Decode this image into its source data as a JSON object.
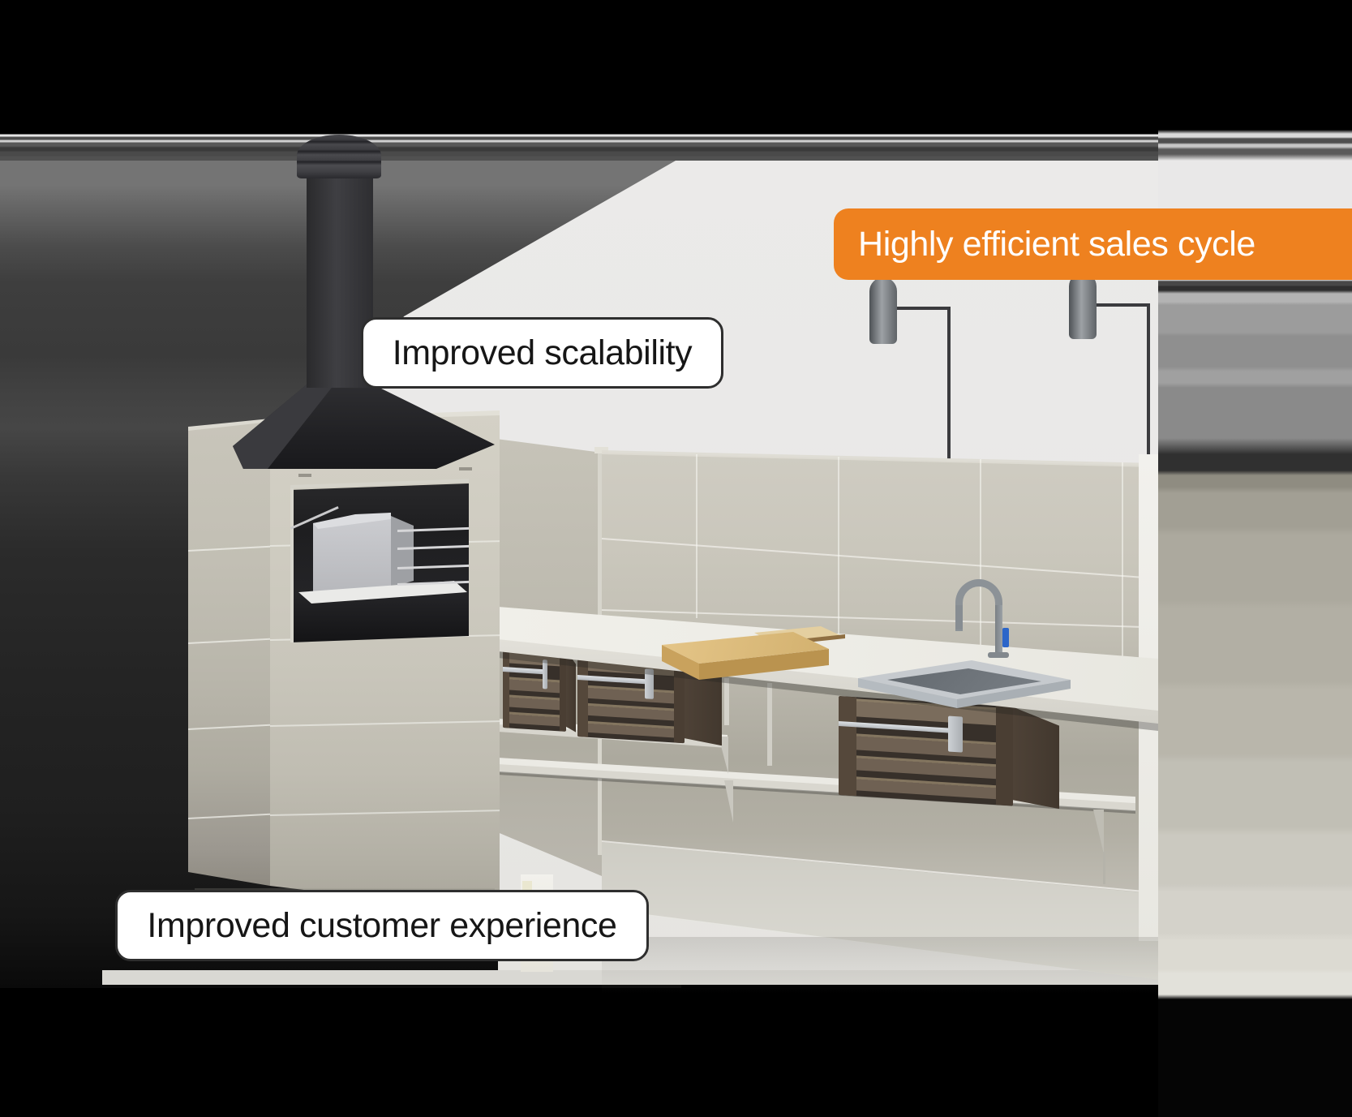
{
  "callouts": [
    {
      "id": "sales-cycle",
      "label": "Highly efficient sales cycle",
      "bg": "#EE811F",
      "text_color": "#FFFFFF"
    },
    {
      "id": "scalability",
      "label": "Improved scalability",
      "bg": "#FFFFFF",
      "text_color": "#161616"
    },
    {
      "id": "customer-experience",
      "label": "Improved customer experience",
      "bg": "#FFFFFF",
      "text_color": "#161616"
    }
  ],
  "scene": {
    "description_objects": [
      "chimney-cap",
      "chimney",
      "extractor-hood",
      "grill-tower",
      "grill-machine",
      "skewer-rods",
      "back-wall",
      "counter",
      "cutting-board",
      "sink",
      "faucet",
      "wall-lamps",
      "wooden-crates",
      "shelves",
      "floor-strip"
    ],
    "background_color": "#000000",
    "backdrop_color": "#E9E8E8"
  },
  "palette": {
    "accent_orange": "#EE811F",
    "wall_beige": "#C9C6BB",
    "counter_white": "#EDECE6",
    "crate_brown": "#6F6153",
    "metal_gray": "#C9CDD1",
    "hood_black": "#202023"
  }
}
